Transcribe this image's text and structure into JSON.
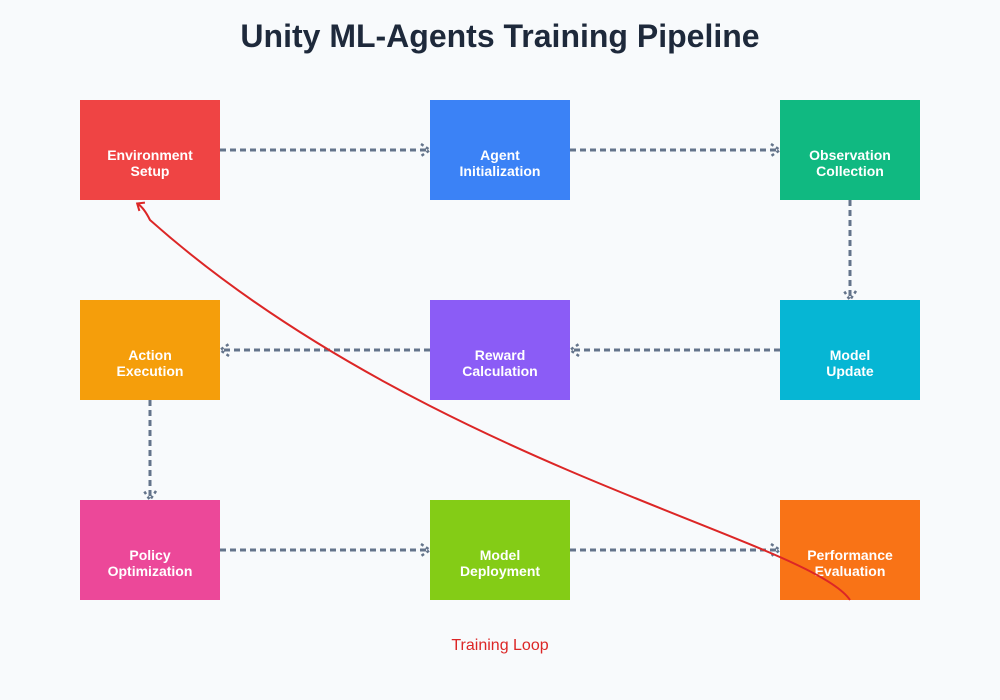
{
  "title": "Unity ML-Agents Training Pipeline",
  "nodes": [
    {
      "id": "env",
      "lines": [
        "Environment",
        "Setup"
      ],
      "color": "#ef4444",
      "row": 0,
      "col": 0
    },
    {
      "id": "agent",
      "lines": [
        "Agent",
        "Initialization"
      ],
      "color": "#3b82f6",
      "row": 0,
      "col": 1
    },
    {
      "id": "obs",
      "lines": [
        "Observation",
        "Collection"
      ],
      "color": "#10b981",
      "row": 0,
      "col": 2
    },
    {
      "id": "update",
      "lines": [
        "Model",
        "Update"
      ],
      "color": "#06b6d4",
      "row": 1,
      "col": 2
    },
    {
      "id": "reward",
      "lines": [
        "Reward",
        "Calculation"
      ],
      "color": "#8b5cf6",
      "row": 1,
      "col": 1
    },
    {
      "id": "action",
      "lines": [
        "Action",
        "Execution"
      ],
      "color": "#f59e0b",
      "row": 1,
      "col": 0
    },
    {
      "id": "policy",
      "lines": [
        "Policy",
        "Optimization"
      ],
      "color": "#ec4899",
      "row": 2,
      "col": 0
    },
    {
      "id": "deploy",
      "lines": [
        "Model",
        "Deployment"
      ],
      "color": "#84cc16",
      "row": 2,
      "col": 1
    },
    {
      "id": "perf",
      "lines": [
        "Performance",
        "Evaluation"
      ],
      "color": "#f97316",
      "row": 2,
      "col": 2
    }
  ],
  "edges": [
    {
      "from": "env",
      "to": "agent"
    },
    {
      "from": "agent",
      "to": "obs"
    },
    {
      "from": "obs",
      "to": "update"
    },
    {
      "from": "update",
      "to": "reward"
    },
    {
      "from": "reward",
      "to": "action"
    },
    {
      "from": "action",
      "to": "policy"
    },
    {
      "from": "policy",
      "to": "deploy"
    },
    {
      "from": "deploy",
      "to": "perf"
    }
  ],
  "loop": {
    "from": "perf",
    "to": "env",
    "label": "Training Loop",
    "color": "#dc2626"
  },
  "colors": {
    "edge": "#64748b",
    "title": "#1e293b",
    "background": "#f8fafc"
  }
}
